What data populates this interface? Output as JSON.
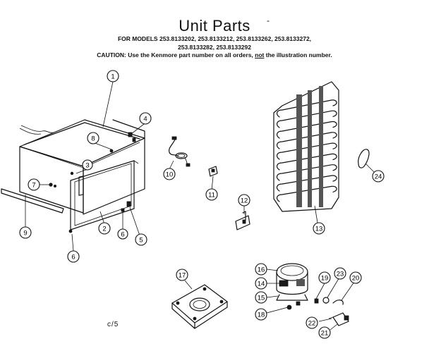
{
  "header": {
    "title": "Unit Parts",
    "title_mark": "-",
    "models_line1": "FOR MODELS 253.8133202, 253.8133212, 253.8133262, 253.8133272,",
    "models_line2": "253.8133282, 253.8133292",
    "caution_prefix": "CAUTION: Use the Kenmore part number on all orders, ",
    "caution_not": "not",
    "caution_suffix": " the illustration number."
  },
  "footer": {
    "code": "c/5"
  },
  "callouts": [
    "1",
    "2",
    "3",
    "4",
    "5",
    "6",
    "6",
    "7",
    "8",
    "9",
    "10",
    "11",
    "12",
    "13",
    "14",
    "15",
    "16",
    "17",
    "18",
    "19",
    "20",
    "21",
    "22",
    "23",
    "24"
  ],
  "colors": {
    "ink": "#111111",
    "paper": "#ffffff"
  }
}
